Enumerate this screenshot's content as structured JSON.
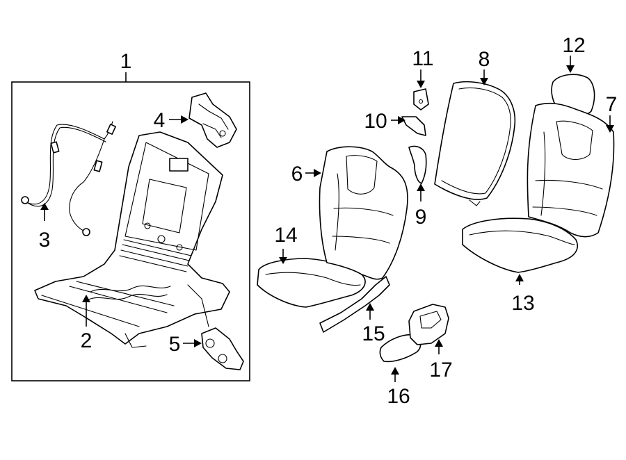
{
  "callouts": [
    {
      "id": "c1",
      "label": "1"
    },
    {
      "id": "c2",
      "label": "2"
    },
    {
      "id": "c3",
      "label": "3"
    },
    {
      "id": "c4",
      "label": "4"
    },
    {
      "id": "c5",
      "label": "5"
    },
    {
      "id": "c6",
      "label": "6"
    },
    {
      "id": "c7",
      "label": "7"
    },
    {
      "id": "c8",
      "label": "8"
    },
    {
      "id": "c9",
      "label": "9"
    },
    {
      "id": "c10",
      "label": "10"
    },
    {
      "id": "c11",
      "label": "11"
    },
    {
      "id": "c12",
      "label": "12"
    },
    {
      "id": "c13",
      "label": "13"
    },
    {
      "id": "c14",
      "label": "14"
    },
    {
      "id": "c15",
      "label": "15"
    },
    {
      "id": "c16",
      "label": "16"
    },
    {
      "id": "c17",
      "label": "17"
    }
  ],
  "colors": {
    "line": "#000000",
    "background": "#ffffff"
  }
}
